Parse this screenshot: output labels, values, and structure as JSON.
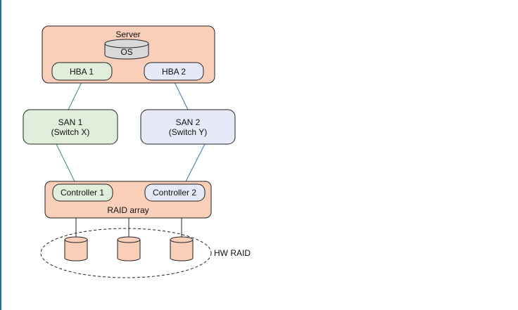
{
  "server": {
    "label": "Server"
  },
  "os": {
    "label": "OS"
  },
  "hba1": {
    "label": "HBA 1"
  },
  "hba2": {
    "label": "HBA 2"
  },
  "san1": {
    "line1": "SAN 1",
    "line2": "(Switch X)"
  },
  "san2": {
    "line1": "SAN 2",
    "line2": "(Switch Y)"
  },
  "controller1": {
    "label": "Controller 1"
  },
  "controller2": {
    "label": "Controller 2"
  },
  "raid_array": {
    "label": "RAID array"
  },
  "hw_raid": {
    "label": "HW RAID"
  },
  "colors": {
    "server_fill": "#f9cfb9",
    "green_fill": "#e1eedb",
    "blue_fill": "#e6e9f7",
    "green_line": "#2a9a55",
    "blue_line": "#2f78c0",
    "left_edge": "#1e7296"
  }
}
